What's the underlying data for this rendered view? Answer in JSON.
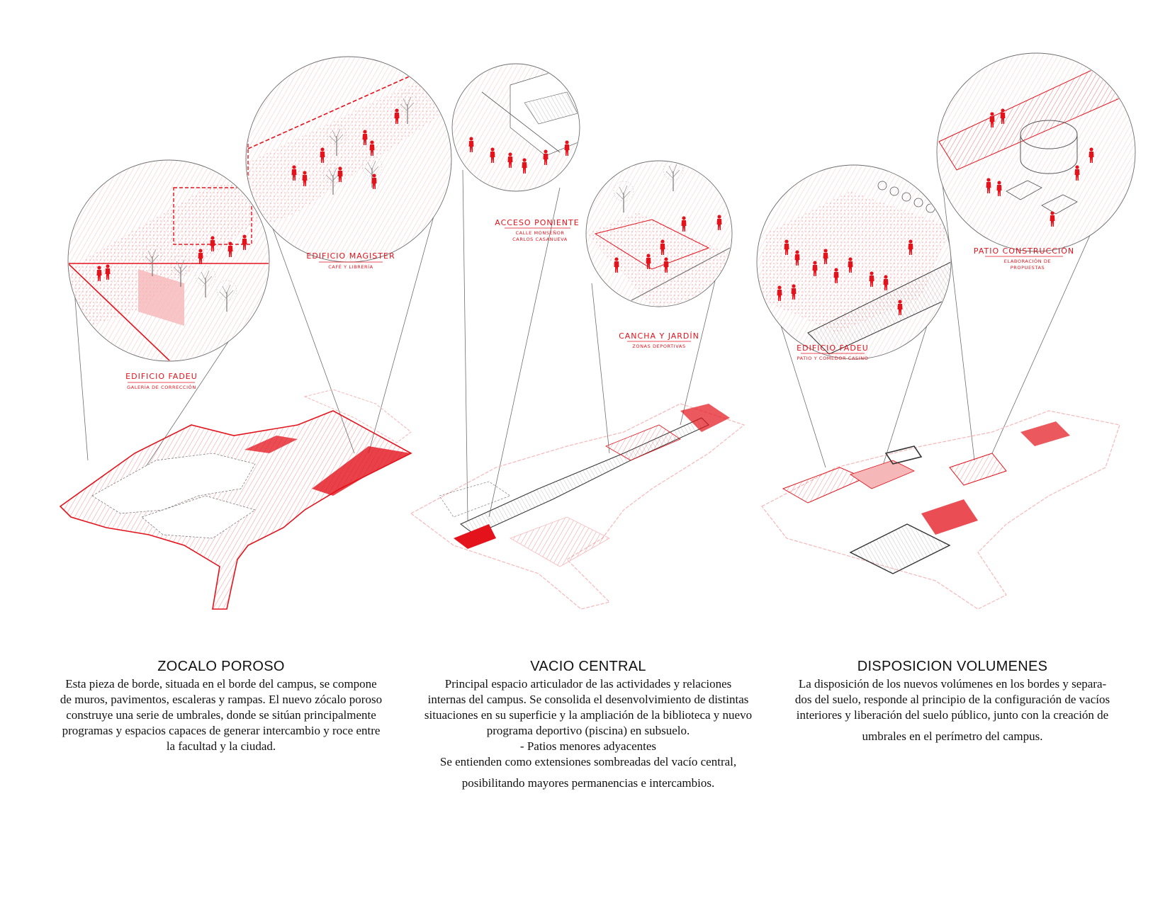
{
  "colors": {
    "accent_red": "#e3121b",
    "line_gray": "#6e6e6e",
    "light_red": "#f6b7b9",
    "dark": "#333333"
  },
  "callouts": [
    {
      "title": "EDIFICIO FADEU",
      "subtitle": "GALERÍA DE CORRECCIÓN"
    },
    {
      "title": "EDIFICIO MAGISTER",
      "subtitle": "CAFÉ Y LIBRERÍA"
    },
    {
      "title": "ACCESO PONIENTE",
      "subtitle": "CALLE MONSEÑOR",
      "subtitle2": "CARLOS CASANUEVA"
    },
    {
      "title": "CANCHA Y JARDÍN",
      "subtitle": "ZONAS DEPORTIVAS"
    },
    {
      "title": "EDIFICIO FADEU",
      "subtitle": "PATIO Y COMEDOR CASINO"
    },
    {
      "title": "PATIO CONSTRUCCIÓN",
      "subtitle": "ELABORACIÓN DE",
      "subtitle2": "PROPUESTAS"
    }
  ],
  "sections": [
    {
      "heading": "ZOCALO POROSO",
      "lines": [
        "Esta pieza de borde, situada en el borde del campus, se compone",
        "de muros, pavimentos, escaleras y rampas. El nuevo zócalo poroso",
        "construye una serie de umbrales, donde se sitúan principalmente",
        "programas y espacios capaces de generar intercambio y roce entre",
        "la facultad y la ciudad."
      ]
    },
    {
      "heading": "VACIO CENTRAL",
      "lines": [
        "Principal espacio articulador de las actividades y relaciones",
        "internas del campus. Se consolida el desenvolvimiento de distintas",
        "situaciones en su superficie y la ampliación de la biblioteca y nuevo",
        "programa deportivo (piscina) en subsuelo.",
        "- Patios menores adyacentes",
        "Se entienden como extensiones sombreadas del vacío central,",
        "posibilitando mayores permanencias e intercambios."
      ]
    },
    {
      "heading": "DISPOSICION VOLUMENES",
      "lines": [
        "La disposición de los nuevos volúmenes en los bordes y separa-",
        "dos del suelo, responde al principio de la configuración de vacíos",
        "interiores y liberación del suelo público, junto con la creación de",
        "umbrales en el perímetro del campus."
      ]
    }
  ]
}
